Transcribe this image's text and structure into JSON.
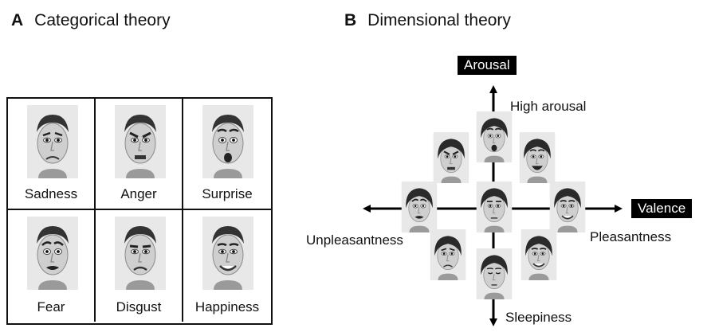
{
  "panel_a": {
    "letter": "A",
    "title": "Categorical theory",
    "cells": [
      {
        "label": "Sadness",
        "expression": "sad"
      },
      {
        "label": "Anger",
        "expression": "angry"
      },
      {
        "label": "Surprise",
        "expression": "surprised"
      },
      {
        "label": "Fear",
        "expression": "fearful"
      },
      {
        "label": "Disgust",
        "expression": "disgusted"
      },
      {
        "label": "Happiness",
        "expression": "happy"
      }
    ]
  },
  "panel_b": {
    "letter": "B",
    "title": "Dimensional theory",
    "arousal_box": "Arousal",
    "valence_box": "Valence",
    "high_arousal": "High arousal",
    "sleepiness": "Sleepiness",
    "unpleasantness": "Unpleasantness",
    "pleasantness": "Pleasantness",
    "faces": [
      {
        "position": "top",
        "expression": "surprised"
      },
      {
        "position": "upper-left",
        "expression": "angry"
      },
      {
        "position": "upper-right",
        "expression": "happy-open"
      },
      {
        "position": "left",
        "expression": "fearful"
      },
      {
        "position": "center",
        "expression": "neutral"
      },
      {
        "position": "right",
        "expression": "happy"
      },
      {
        "position": "lower-left",
        "expression": "sad"
      },
      {
        "position": "lower-right",
        "expression": "content"
      },
      {
        "position": "bottom",
        "expression": "sleepy"
      }
    ]
  }
}
